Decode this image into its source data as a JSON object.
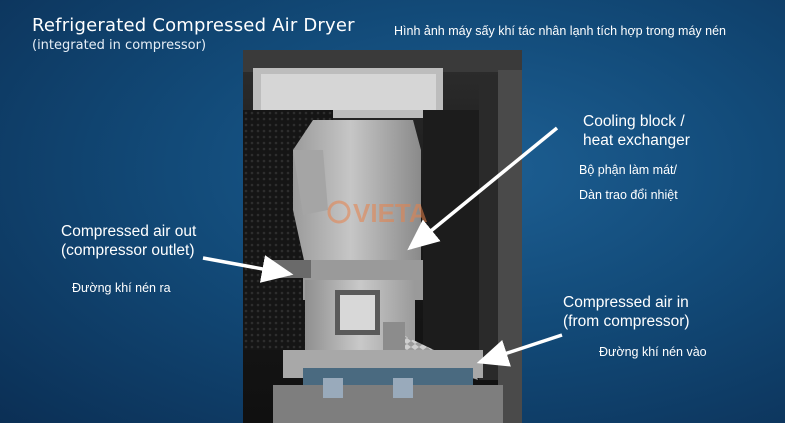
{
  "slide": {
    "title": "Refrigerated Compressed Air Dryer",
    "subtitle": "(integrated in compressor)",
    "vn_title": "Hình ảnh máy sấy khí tác nhân lạnh tích hợp trong máy nén"
  },
  "labels": {
    "cooling_en_1": "Cooling block /",
    "cooling_en_2": "heat exchanger",
    "cooling_vn_1": "Bộ phận làm mát/",
    "cooling_vn_2": "Dàn trao đổi nhiệt",
    "out_en_1": "Compressed air out",
    "out_en_2": "(compressor outlet)",
    "out_vn": "Đường khí nén ra",
    "in_en_1": "Compressed air in",
    "in_en_2": "(from compressor)",
    "in_vn": "Đường khí nén vào"
  },
  "photo": {
    "watermark": "VIETA"
  },
  "colors": {
    "accent_watermark": "#e8824a",
    "background_dark": "#0b2f55",
    "background_light": "#1d5f93"
  }
}
